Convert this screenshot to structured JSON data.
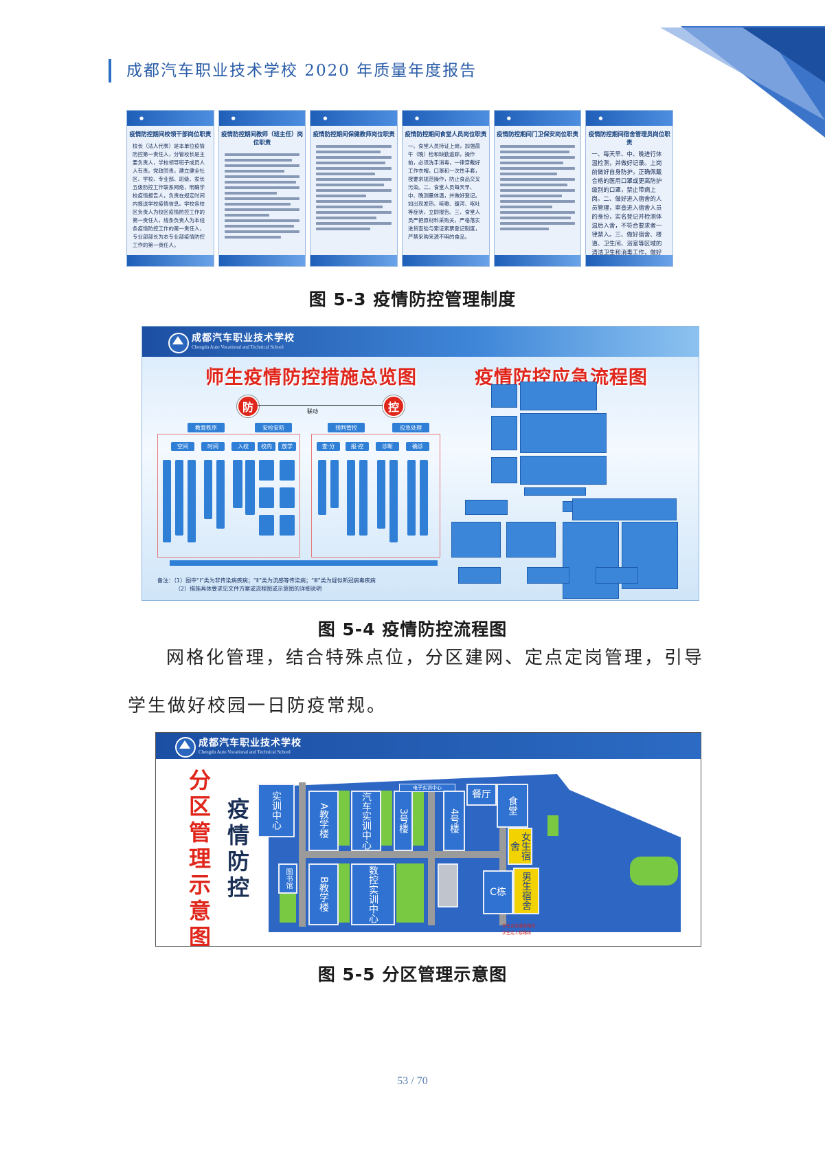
{
  "header": {
    "title": "成都汽车职业技术学校 2020 年质量年度报告"
  },
  "colors": {
    "accent": "#2b6fc4",
    "title_red": "#e0251b",
    "board_blue": "#1f5fb8"
  },
  "figure_5_3": {
    "caption": "图 5-3  疫情防控管理制度",
    "boards": [
      {
        "head": "疫情防控期间校领干部岗位职责",
        "body": "校长（法人代表）是本单位疫情防控第一责任人，分管校长是主要负责人，学校领导班子成员人人有责。党政同责，建立健全社区、学校、专业部、班级、家长五级防控工作联系网络，明确学校疫情报告人，负责在规定时间内报送学校疫情信息。学校各校区负责人为校区疫情防控工作的第一责任人，线条负责人为本线条疫情防控工作的第一责任人，专业部部长为本专业部疫情防控工作的第一责任人。"
      },
      {
        "head": "疫情防控期间教师（班主任）岗位职责",
        "body": ""
      },
      {
        "head": "疫情防控期间保健教师岗位职责",
        "body": ""
      },
      {
        "head": "疫情防控期间食堂人员岗位职责",
        "body": "一、食堂人员持证上岗，加强晨午（晚）检和缺勤追踪，操作前，必须洗手消毒，一律穿戴好工作衣帽，口罩和一次性手套，按要求规范操作，防止食品交叉污染。二、食堂人员每天早、中、晚测量体温，并做好登记。如出现发热、咳嗽、腹泻、呕吐等症状，立即报告。三、食堂人员严把原材料采购关，严格落实进货查验与索证索票登记制度，严禁采购来源不明的食品。"
      },
      {
        "head": "疫情防控期间门卫保安岗位职责",
        "body": ""
      },
      {
        "head": "疫情防控期间宿舍管理员岗位职责",
        "body": "一、每天早、中、晚进行体温检测，并做好记录。上岗前做好自身防护，正确佩戴合格的医用口罩或更高防护级别的口罩，禁止带病上岗。二、做好进入宿舍的人员管理，审查进入宿舍人员的身份，实名登记并检测体温后入舍，不符合要求者一律禁入。三、做好宿舍、楼道、卫生间、浴室等区域的清洁卫生和消毒工作，做好门把手、开关、床栏等频繁接触物体表面的规范消毒。"
      }
    ]
  },
  "figure_5_4": {
    "caption": "图 5-4  疫情防控流程图",
    "school_cn": "成都汽车职业技术学校",
    "school_en": "Chengdu Auto Vocational and Technical School",
    "title_left": "师生疫情防控措施总览图",
    "title_right": "疫情防控应急流程图",
    "tag_fang": "防",
    "tag_kong": "控",
    "link_label": "联动",
    "nodes_top": [
      "教育秩序",
      "安检安防",
      "预判管控",
      "应急处理"
    ],
    "nodes_mid": [
      "空间",
      "时间",
      "入校",
      "校内",
      "放学",
      "查·分",
      "报·控",
      "诊断",
      "确诊"
    ],
    "notes": [
      "备注：（1）图中“Ⅰ”类为非传染病疾病；“Ⅱ”类为流感等传染病；“Ⅲ”类为疑似新冠病毒疾病",
      "（2）措施具体要求见文件方案或流程图或示意图的详细说明"
    ]
  },
  "body_paragraph": "网格化管理，结合特殊点位，分区建网、定点定岗管理，引导学生做好校园一日防疫常规。",
  "figure_5_5": {
    "caption": "图 5-5  分区管理示意图",
    "school_cn": "成都汽车职业技术学校",
    "school_en": "Chengdu Auto Vocational and Technical School",
    "side_title_red": "分区管理示意图",
    "side_title_dark": "疫情防控",
    "buildings": {
      "training": "实训中心",
      "a_building": "A教学楼",
      "auto_center": "汽车实训中心",
      "b3": "3号楼",
      "b4": "4号楼",
      "canteen": "餐厅",
      "dining": "食堂",
      "female_dorm": "女生宿舍",
      "b_building": "B教学楼",
      "cnc_center": "数控实训中心",
      "c_building": "C栋",
      "male_dorm": "男生宿舍",
      "electronics": "电子实训中心",
      "library": "图书馆"
    },
    "legend": [
      "学生走读通道路线",
      "学生走上楼路线"
    ]
  },
  "footer": {
    "page": "53 / 70"
  }
}
